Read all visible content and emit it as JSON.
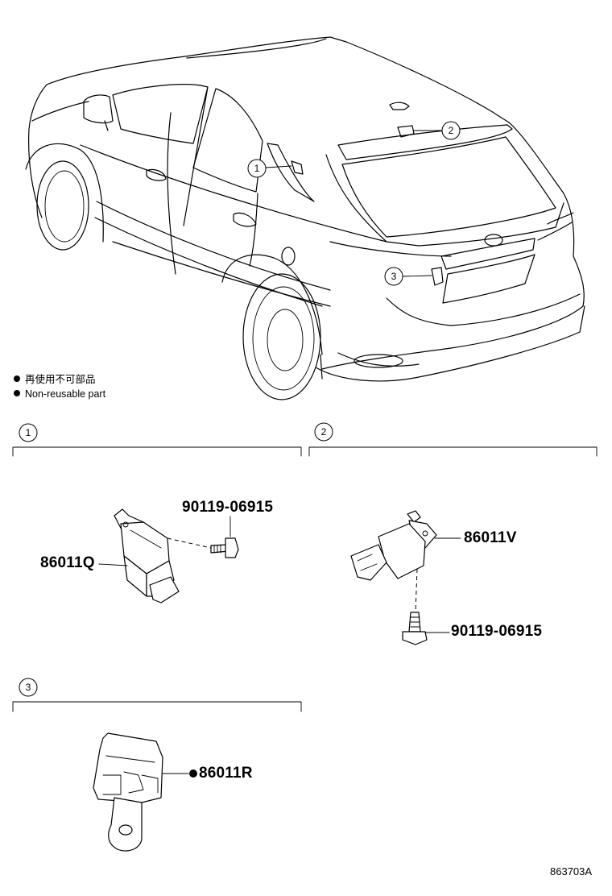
{
  "legend": {
    "jp": "再使用不可部品",
    "en": "Non-reusable part"
  },
  "callouts": [
    "1",
    "2",
    "3"
  ],
  "sections": [
    {
      "number": "1",
      "parts": [
        {
          "label": "86011Q"
        },
        {
          "label": "90119-06915"
        }
      ]
    },
    {
      "number": "2",
      "parts": [
        {
          "label": "86011V"
        },
        {
          "label": "90119-06915"
        }
      ]
    },
    {
      "number": "3",
      "parts": [
        {
          "label": "86011R",
          "non_reusable": true
        }
      ]
    }
  ],
  "drawing_code": "863703A"
}
